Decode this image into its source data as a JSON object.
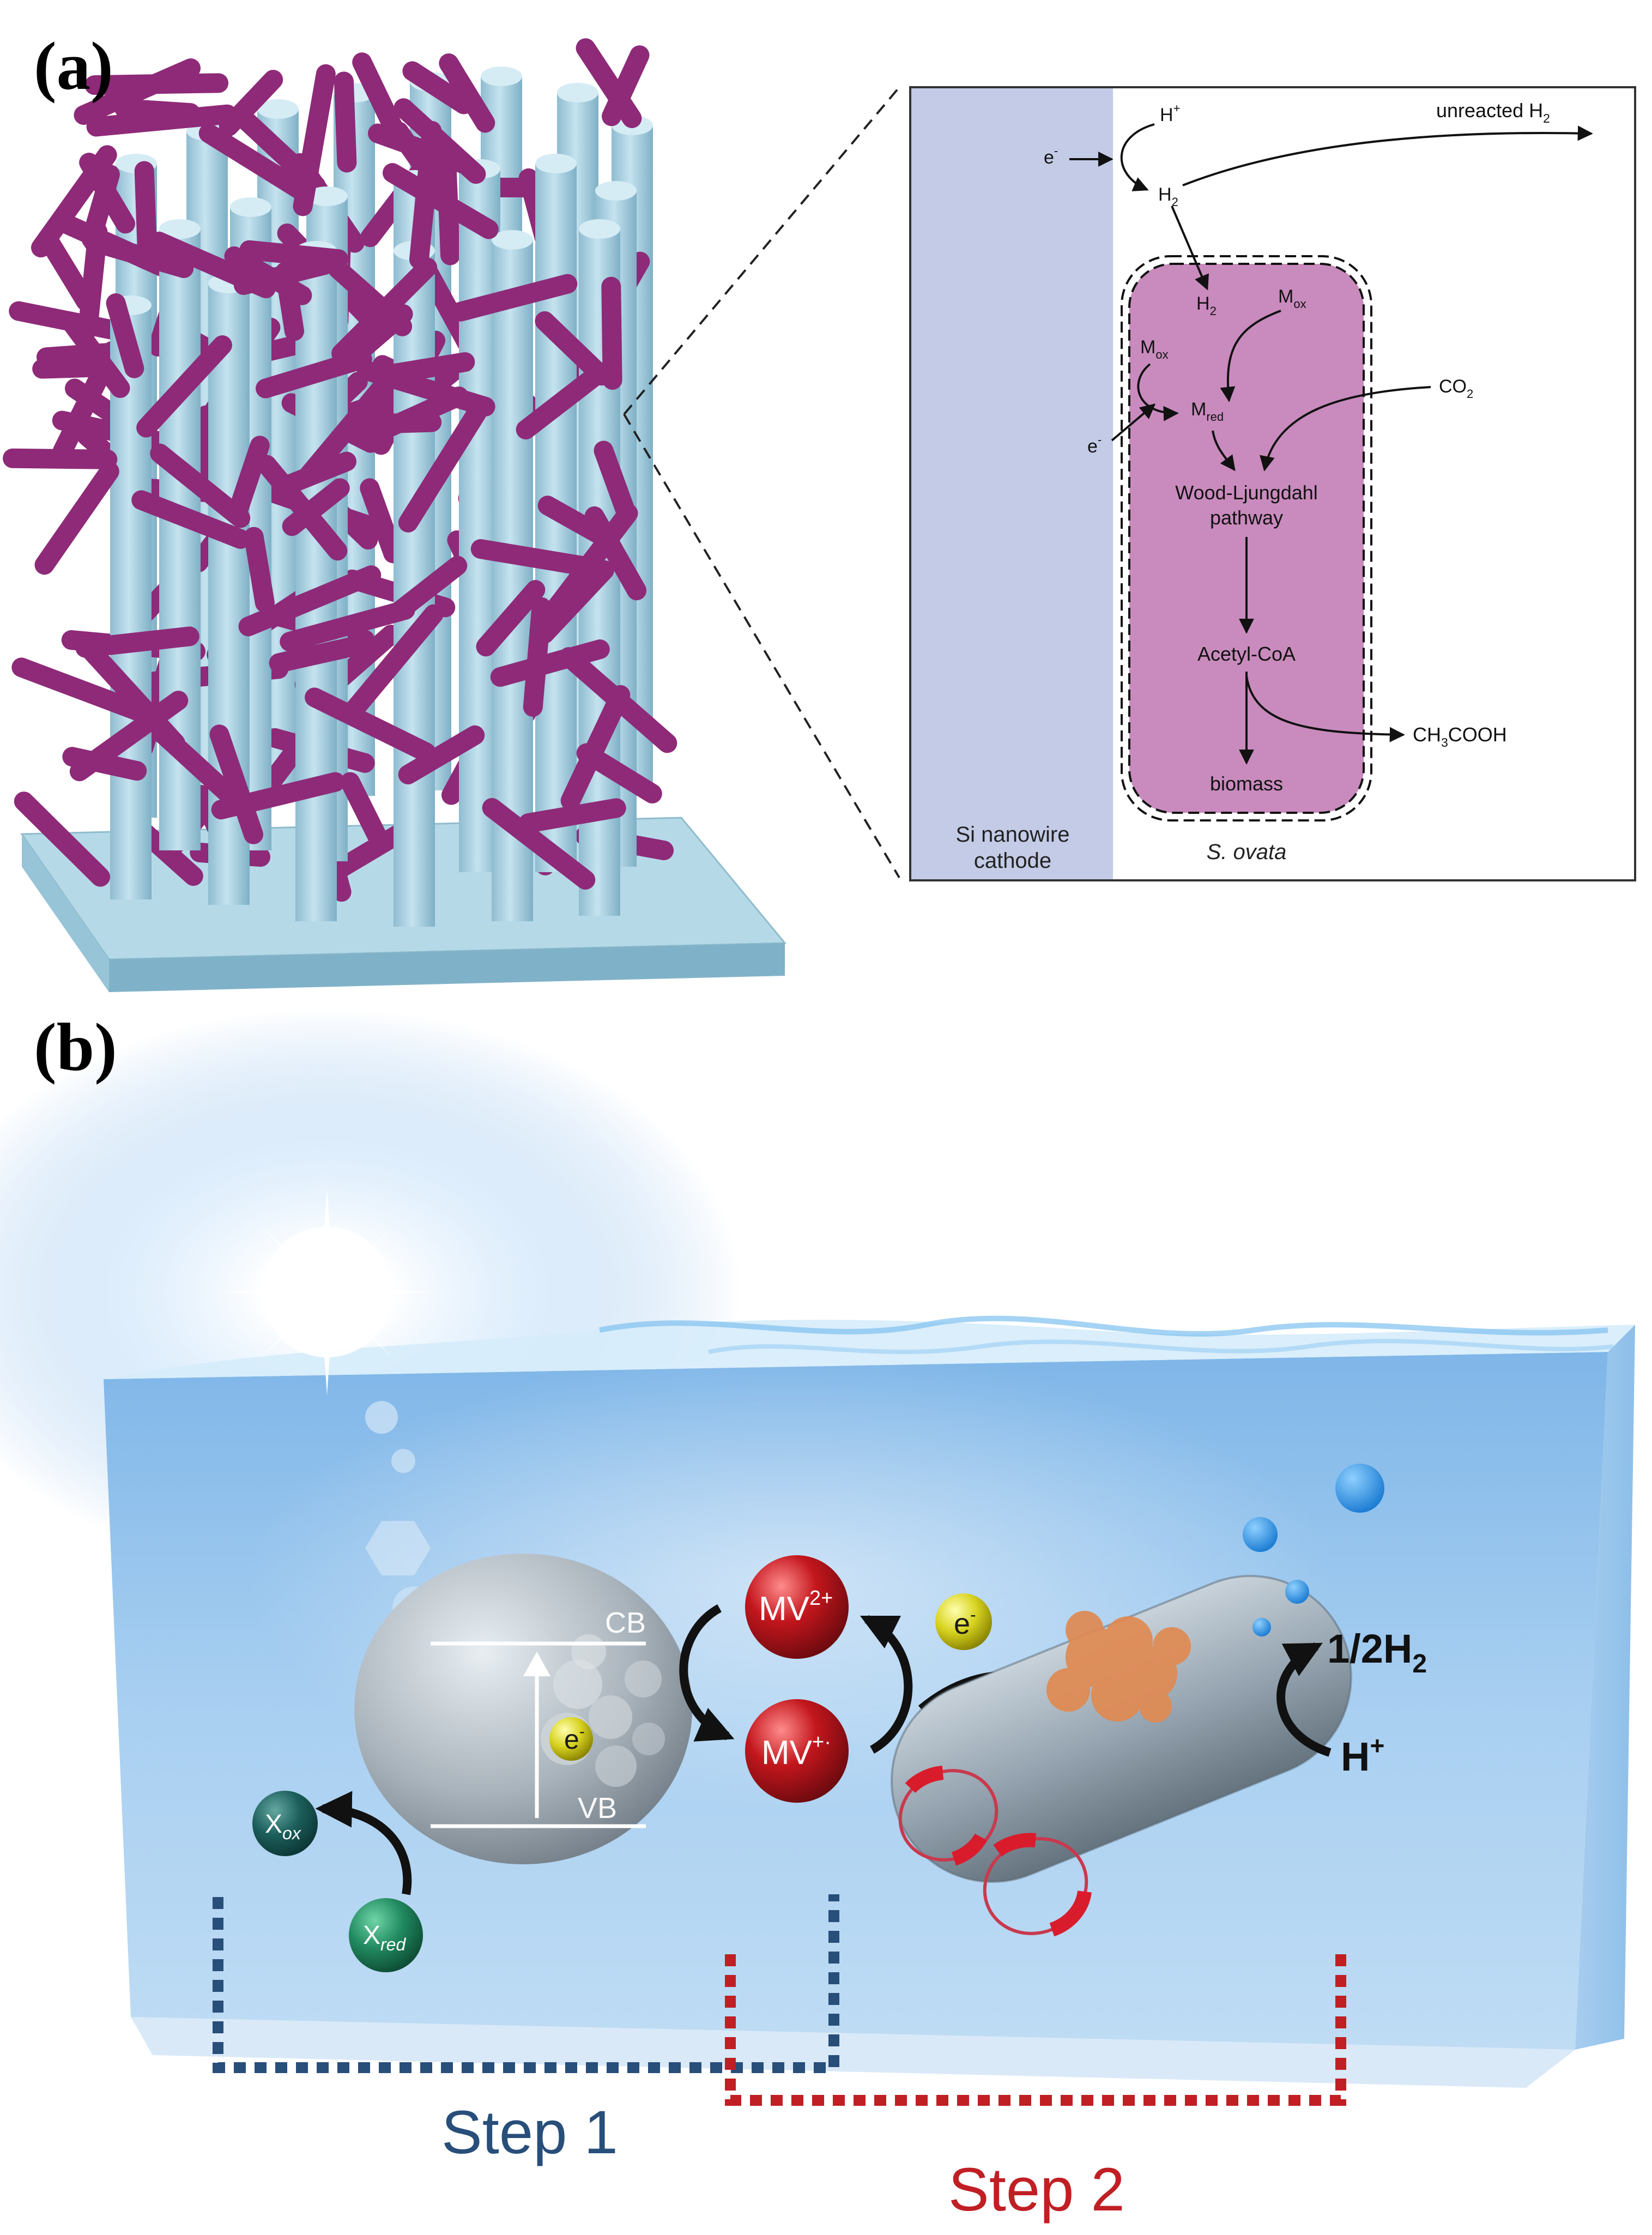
{
  "panel_a": {
    "label": "(a)",
    "cathode_label_line1": "Si nanowire",
    "cathode_label_line2": "cathode",
    "organism": "S. ovata",
    "electron": "e",
    "electron_sup": "-",
    "proton": "H",
    "proton_sup": "+",
    "h2": "H",
    "h2_sub": "2",
    "unreacted": "unreacted H",
    "unreacted_sub": "2",
    "m": "M",
    "m_ox_sub": "ox",
    "m_red_sub": "red",
    "co2": "CO",
    "co2_sub": "2",
    "wl_line1": "Wood-Ljungdahl",
    "wl_line2": "pathway",
    "acetyl": "Acetyl-CoA",
    "biomass": "biomass",
    "acetic_pre": "CH",
    "acetic_sub": "3",
    "acetic_post": "COOH",
    "colors": {
      "cathode": "#c3cbe6",
      "cell": "#c98bbd",
      "nanowire": "#a9cfdf",
      "bacteria": "#8e2a78"
    }
  },
  "panel_b": {
    "label": "(b)",
    "cb": "CB",
    "vb": "VB",
    "electron": "e",
    "electron_sup": "-",
    "mv2": "MV",
    "mv2_sup": "2+",
    "mv1": "MV",
    "mv1_sup": "+·",
    "x": "X",
    "x_ox_sub": "ox",
    "x_red_sub": "red",
    "h2_half": "1/2H",
    "h2_sub": "2",
    "proton": "H",
    "proton_sup": "+",
    "step1": "Step 1",
    "step2": "Step 2",
    "colors": {
      "step1": "#284e7a",
      "step2": "#c01f24",
      "mv": "#a5141a",
      "x": "#1f6b52",
      "electron": "#d9d421",
      "water": "#bcd9f2"
    }
  }
}
